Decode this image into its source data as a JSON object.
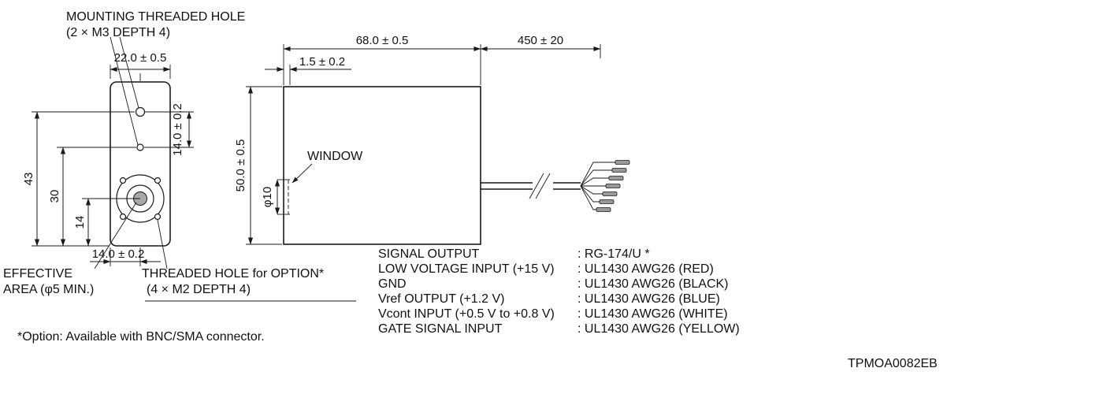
{
  "front_view": {
    "callouts": {
      "mounting_hole_1": "MOUNTING THREADED HOLE",
      "mounting_hole_2": "(2 × M3 DEPTH 4)",
      "effective_area_1": "EFFECTIVE",
      "effective_area_2": "AREA (φ5 MIN.)",
      "option_hole_1": "THREADED HOLE for OPTION*",
      "option_hole_2": "(4 × M2 DEPTH 4)"
    },
    "dims": {
      "width": "22.0 ± 0.5",
      "hole_pitch": "14.0 ± 0.2",
      "overall": "43",
      "mid": "30",
      "lower": "14",
      "bottom_offset": "14.0 ± 0.2"
    }
  },
  "side_view": {
    "dims": {
      "body_length": "68.0 ± 0.5",
      "cable_length": "450 ± 20",
      "window_recess": "1.5 ± 0.2",
      "body_height": "50.0 ± 0.5",
      "window_diameter": "φ10"
    },
    "callouts": {
      "window": "WINDOW"
    }
  },
  "wiring": {
    "rows": [
      {
        "label": "SIGNAL OUTPUT",
        "value": ": RG-174/U *"
      },
      {
        "label": "LOW VOLTAGE INPUT (+15 V)",
        "value": ": UL1430 AWG26 (RED)"
      },
      {
        "label": "GND",
        "value": ": UL1430 AWG26 (BLACK)"
      },
      {
        "label": "Vref OUTPUT (+1.2 V)",
        "value": ": UL1430 AWG26 (BLUE)"
      },
      {
        "label": "Vcont INPUT (+0.5 V to +0.8 V)",
        "value": ": UL1430 AWG26 (WHITE)"
      },
      {
        "label": "GATE SIGNAL INPUT",
        "value": ": UL1430 AWG26 (YELLOW)"
      }
    ]
  },
  "notes": {
    "option": "*Option: Available with BNC/SMA connector."
  },
  "drawing_number": "TPMOA0082EB",
  "colors": {
    "line": "#1a1a1a",
    "effective_area_fill": "#a8a8a8"
  }
}
